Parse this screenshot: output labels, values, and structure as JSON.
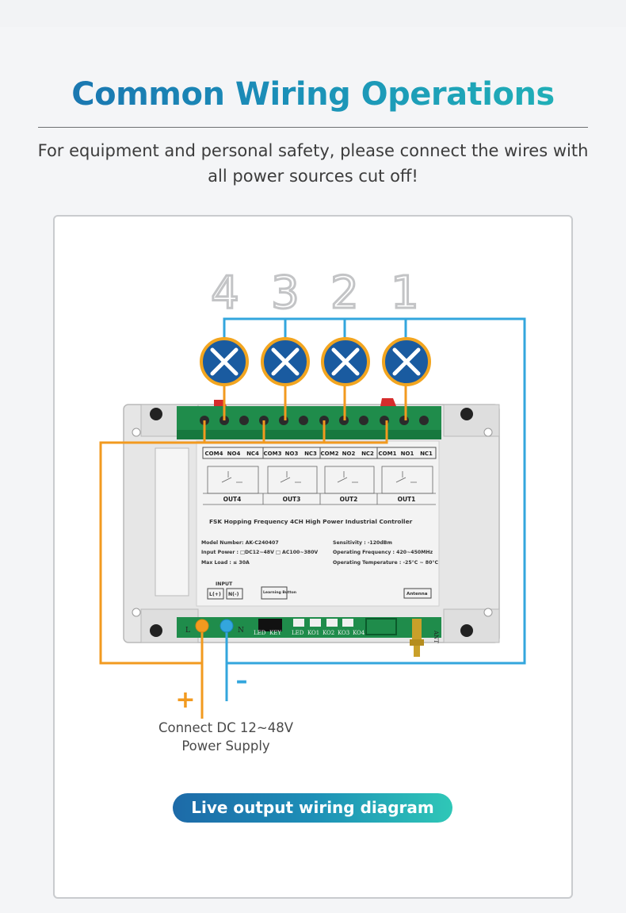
{
  "title": "Common Wiring Operations",
  "subtitle_line1": "For equipment and personal safety, please connect the wires with",
  "subtitle_line2": "all power sources cut off!",
  "channel_numbers": [
    "4",
    "3",
    "2",
    "1"
  ],
  "terminal_labels": [
    "COM4",
    "NO4",
    "NC4",
    "COM3",
    "NO3",
    "NC3",
    "COM2",
    "NO2",
    "NC2",
    "COM1",
    "NO1",
    "NC1"
  ],
  "outputs": [
    "OUT4",
    "OUT3",
    "OUT2",
    "OUT1"
  ],
  "board": {
    "heading": "FSK Hopping Frequency 4CH  High Power  Industrial Controller",
    "model": "Model Number: AK-C240407",
    "input_power": "Input Power : □DC12~48V □ AC100~380V",
    "max_load": "Max Load : ≤ 30A",
    "sensitivity": "Sensitivity : -120dBm",
    "frequency": "Operating Frequency : 420~450MHz",
    "temperature": "Operating Temperature : -25°C ~ 80°C",
    "input_label": "INPUT",
    "input_l": "L(+)",
    "input_n": "N(-)",
    "learning_button": "Learning Button",
    "antenna": "Antenna",
    "bottom_l": "L",
    "bottom_n": "N",
    "bottom_labels": [
      "LED",
      "KEY",
      "LED",
      "KO1",
      "KO2",
      "KO3",
      "KO4"
    ],
    "ant": "ANT"
  },
  "plus_sign": "+",
  "minus_sign": "–",
  "power_label_line1": "Connect DC 12~48V",
  "power_label_line2": "Power Supply",
  "button_label": "Live output wiring diagram",
  "colors": {
    "orange_wire": "#f29a1f",
    "blue_wire": "#33a6dd",
    "lamp_fill": "#1a5ba0",
    "lamp_ring": "#f2a51f",
    "title_start": "#1a6fae",
    "title_end": "#21b7b7"
  }
}
